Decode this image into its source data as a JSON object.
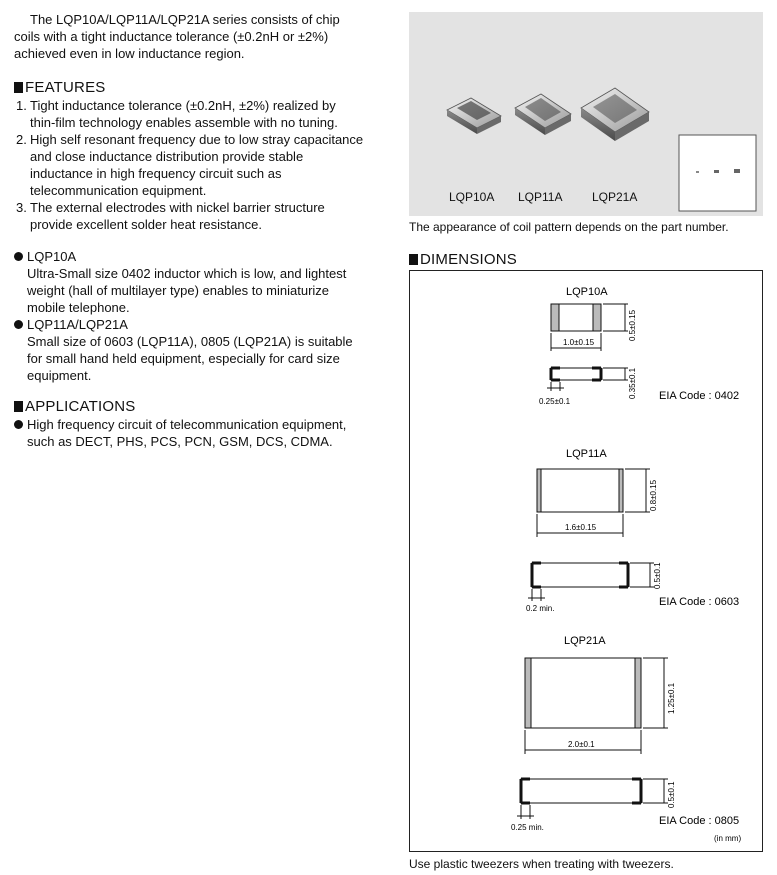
{
  "intro": {
    "line1": "The LQP10A/LQP11A/LQP21A series consists of chip",
    "line2": "coils with a tight inductance tolerance (±0.2nH or ±2%)",
    "line3": "achieved even in low inductance region."
  },
  "features": {
    "heading": "FEATURES",
    "items": [
      {
        "num": "1.",
        "lines": [
          "Tight inductance tolerance (±0.2nH, ±2%) realized by",
          "thin-film technology enables assemble with no tuning."
        ]
      },
      {
        "num": "2.",
        "lines": [
          "High self resonant frequency due to low stray capacitance",
          "and close inductance distribution provide stable",
          "inductance in high frequency circuit such as",
          "telecommunication equipment."
        ]
      },
      {
        "num": "3.",
        "lines": [
          "The external electrodes with nickel barrier structure",
          "provide excellent solder heat resistance."
        ]
      }
    ]
  },
  "models": [
    {
      "name": "LQP10A",
      "lines": [
        "Ultra-Small size 0402 inductor which is low, and lightest",
        "weight (hall of multilayer type) enables to miniaturize",
        "mobile telephone."
      ]
    },
    {
      "name": "LQP11A/LQP21A",
      "lines": [
        "Small size of 0603 (LQP11A), 0805 (LQP21A) is suitable",
        "for small hand held equipment, especially for card size",
        "equipment."
      ]
    }
  ],
  "applications": {
    "heading": "APPLICATIONS",
    "lines": [
      "High frequency circuit of telecommunication equipment,",
      "such as DECT, PHS, PCS, PCN, GSM, DCS, CDMA."
    ]
  },
  "photo": {
    "labels": [
      "LQP10A",
      "LQP11A",
      "LQP21A"
    ],
    "caption": "The appearance of coil pattern depends on the part number."
  },
  "dimensions": {
    "heading": "DIMENSIONS",
    "parts": [
      {
        "name": "LQP10A",
        "length": "1.0±0.15",
        "width": "0.5±0.15",
        "thickness": "0.35±0.1",
        "electrode": "0.25±0.1",
        "eia": "EIA Code : 0402"
      },
      {
        "name": "LQP11A",
        "length": "1.6±0.15",
        "width": "0.8±0.15",
        "thickness": "0.5±0.1",
        "electrode": "0.2 min.",
        "eia": "EIA Code : 0603"
      },
      {
        "name": "LQP21A",
        "length": "2.0±0.1",
        "width": "1.25±0.1",
        "thickness": "0.5±0.1",
        "electrode": "0.25 min.",
        "eia": "EIA Code : 0805"
      }
    ],
    "unit": "(in mm)"
  },
  "footer": "Use plastic tweezers when treating with tweezers."
}
